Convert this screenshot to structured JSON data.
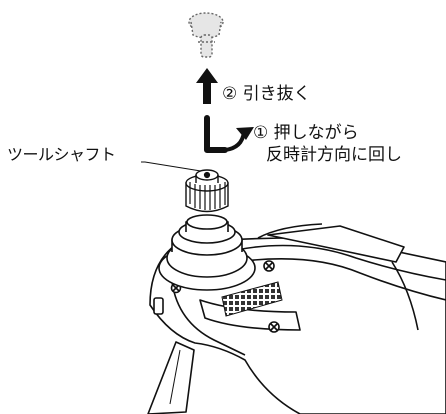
{
  "labels": {
    "step2": "② 引き抜く",
    "step1_line1": "① 押しながら",
    "step1_line2": "反時計方向に回し",
    "tool_shaft": "ツールシャフト"
  },
  "colors": {
    "ink": "#111111",
    "screw_gray": "#e6e6e6",
    "body_fill": "#ffffff",
    "vent_fill": "#333333"
  },
  "icons": {
    "pull_arrow": "arrow-up-icon",
    "rotate_arrow": "rotate-counterclockwise-icon"
  }
}
